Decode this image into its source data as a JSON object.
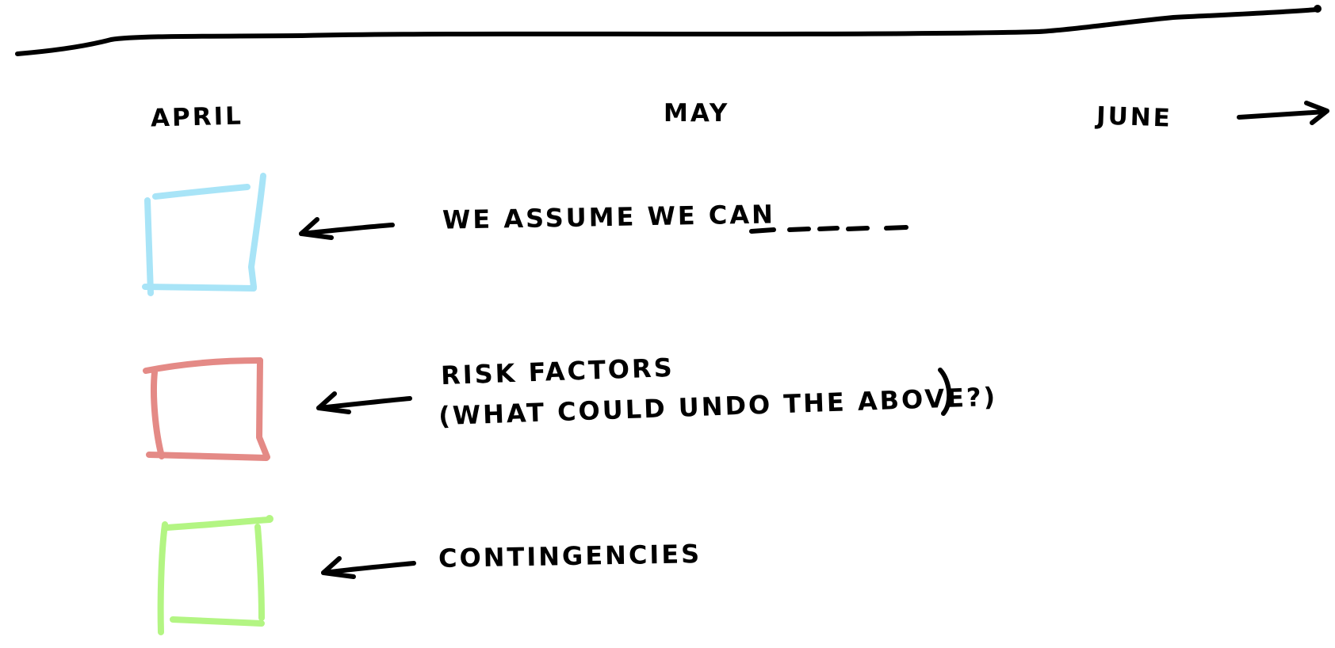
{
  "timeline": {
    "months": [
      "APRIL",
      "MAY",
      "JUNE"
    ]
  },
  "rows": [
    {
      "lines": [
        "WE ASSUME WE CAN"
      ],
      "color": "#a8e4f7"
    },
    {
      "lines": [
        "RISK FACTORS",
        "(WHAT COULD UNDO THE ABOVE?)"
      ],
      "color": "#e48a86"
    },
    {
      "lines": [
        "CONTINGENCIES"
      ],
      "color": "#b3f583"
    }
  ]
}
